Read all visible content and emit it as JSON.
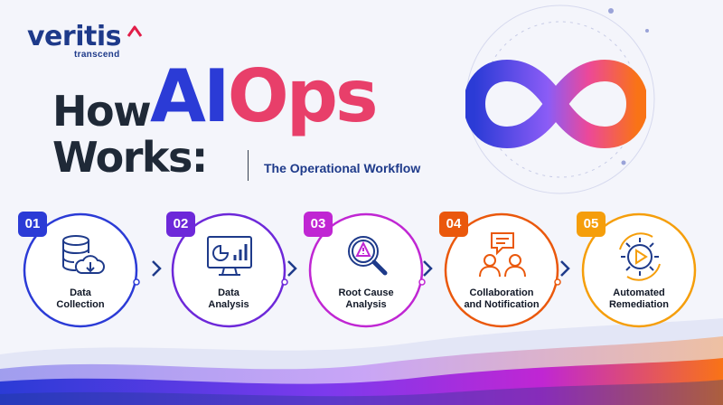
{
  "brand": {
    "name": "veritis",
    "tagline": "transcend"
  },
  "title": {
    "how": "How",
    "ai": "AI",
    "ops": "Ops",
    "works": "Works:",
    "subtitle": "The Operational Workflow"
  },
  "colors": {
    "navy": "#1e3a8a",
    "blue": "#2b3bd6",
    "purple": "#7c3aed",
    "magenta": "#c026d3",
    "orange": "#ea580c",
    "amber": "#f59e0b"
  },
  "steps": [
    {
      "number": "01",
      "line1": "Data",
      "line2": "Collection",
      "icon": "database-cloud-icon",
      "color": "#2b3bd6"
    },
    {
      "number": "02",
      "line1": "Data",
      "line2": "Analysis",
      "icon": "chart-monitor-icon",
      "color": "#6d28d9"
    },
    {
      "number": "03",
      "line1": "Root Cause",
      "line2": "Analysis",
      "icon": "magnifier-alert-icon",
      "color": "#c026d3"
    },
    {
      "number": "04",
      "line1": "Collaboration",
      "line2": "and Notification",
      "icon": "team-chat-icon",
      "color": "#ea580c"
    },
    {
      "number": "05",
      "line1": "Automated",
      "line2": "Remediation",
      "icon": "gear-play-icon",
      "color": "#f59e0b"
    }
  ]
}
